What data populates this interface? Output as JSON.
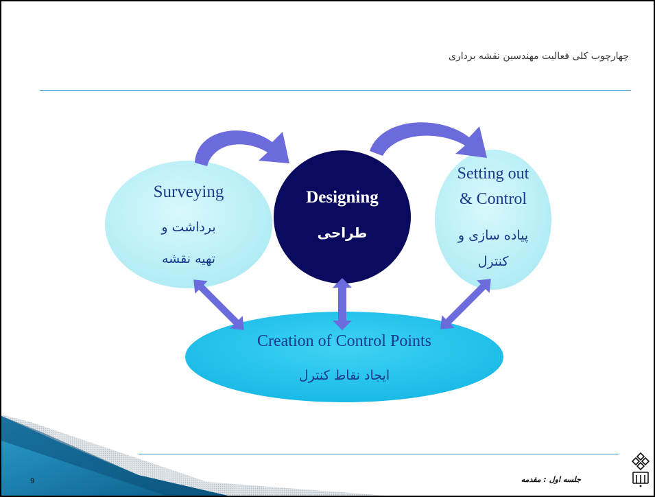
{
  "slide": {
    "title": "چهارچوب کلی فعالیت مهندسین نقشه برداری",
    "footer_text": "جلسه اول : مقدمه",
    "page_number": "9"
  },
  "nodes": {
    "surveying": {
      "label_en": "Surveying",
      "label_fa_1": "برداشت و",
      "label_fa_2": "تهیه نقشه"
    },
    "designing": {
      "label_en": "Designing",
      "label_fa": "طراحی"
    },
    "setting_out": {
      "label_en_1": "Setting out",
      "label_en_2": "& Control",
      "label_fa_1": "پیاده سازی و",
      "label_fa_2": "کنترل"
    },
    "control_points": {
      "label_en": "Creation of Control Points",
      "label_fa": "ایجاد نقاط کنترل"
    }
  },
  "colors": {
    "light_circle": "#bff0f7",
    "dark_circle": "#0a0a5e",
    "base_ellipse": "#1ec0ea",
    "arrow": "#6b6bdc",
    "rule": "#2a98c7"
  },
  "icons": [
    "curved-arrow-icon",
    "double-arrow-icon",
    "university-logo-icon"
  ]
}
